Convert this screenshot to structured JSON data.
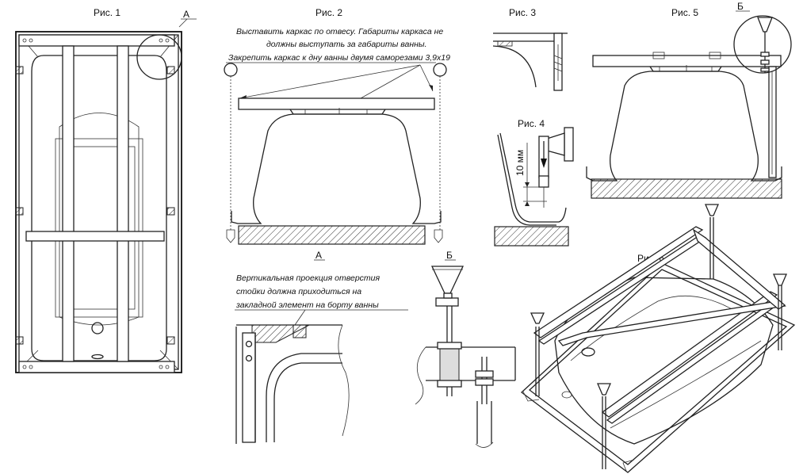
{
  "figures": {
    "fig1": "Рис. 1",
    "fig2": "Рис. 2",
    "fig3": "Рис. 3",
    "fig4": "Рис. 4",
    "fig5": "Рис. 5",
    "fig6": "Рис. 6"
  },
  "markers": {
    "a": "А",
    "b": "Б",
    "a_section": "А",
    "b_section": "Б"
  },
  "notes": {
    "fig2_line1": "Выставить каркас по отвесу. Габариты каркаса не",
    "fig2_line2": "должны выступать за габариты ванны.",
    "fig2_line3": "Закрепить каркас к дну ванны двумя саморезами 3,9х19",
    "a_line1": "Вертикальная проекция отверстия",
    "a_line2": "стойки должна приходиться на",
    "a_line3": "закладной элемент на борту ванны"
  },
  "dimension": {
    "fig4": "10 мм"
  },
  "colors": {
    "line": "#222222",
    "background": "#ffffff"
  }
}
